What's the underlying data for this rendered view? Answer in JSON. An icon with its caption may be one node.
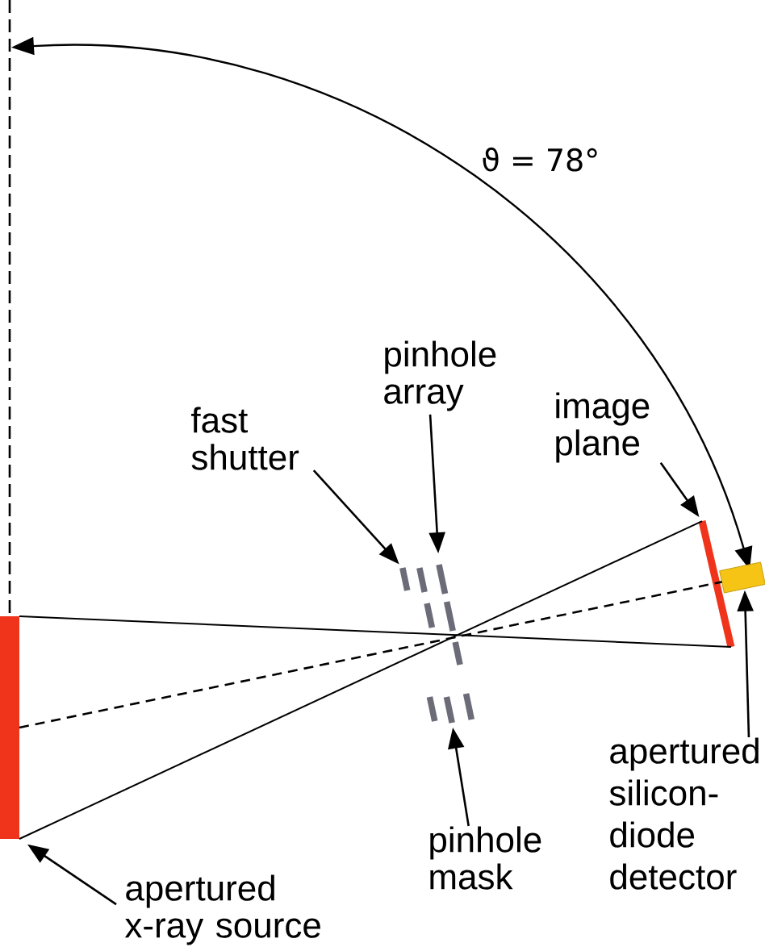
{
  "diagram": {
    "nodes": [
      {
        "text": [
          "fast shutter"
        ]
      },
      {
        "text": [
          "pinhole array"
        ]
      },
      {
        "text": [
          "image plane"
        ]
      },
      {
        "text": [],
        "shape": "bar"
      },
      {
        "text": [],
        "shape": "bar"
      },
      {
        "text": [],
        "shape": "bar"
      },
      {
        "text": [],
        "shape": "bar"
      },
      {
        "text": [],
        "shape": "bar"
      },
      {
        "text": [],
        "shape": "bar"
      },
      {
        "text": [],
        "shape": "bar"
      },
      {
        "text": [],
        "shape": "bar"
      },
      {
        "text": [],
        "shape": "bar"
      },
      {
        "text": [],
        "shape": "bar"
      },
      {
        "text": [],
        "shape": "bar"
      },
      {
        "text": [],
        "shape": "box"
      },
      {
        "text": [
          "apertured x-ray source"
        ]
      },
      {
        "text": [
          "pinhole mask"
        ]
      },
      {
        "text": [
          "apertured silicon-diode detector"
        ]
      }
    ],
    "edges": [
      {
        "from": 0,
        "to": 4,
        "arrow": "to"
      },
      {
        "from": 1,
        "to": 9,
        "arrow": "to"
      },
      {
        "from": 2,
        "to": 13,
        "arrow": "to"
      },
      {
        "from": 3,
        "to": 13,
        "arrow": "none"
      },
      {
        "from": 3,
        "to": 13,
        "arrow": "none"
      },
      {
        "from": 3,
        "to": 14,
        "arrow": "none",
        "style": "dashed"
      },
      {
        "from": 15,
        "to": 3,
        "arrow": "to"
      },
      {
        "from": 16,
        "to": 8,
        "arrow": "to"
      },
      {
        "from": 17,
        "to": 14,
        "arrow": "to"
      }
    ],
    "labels": [
      "ϑ = 78°"
    ]
  }
}
